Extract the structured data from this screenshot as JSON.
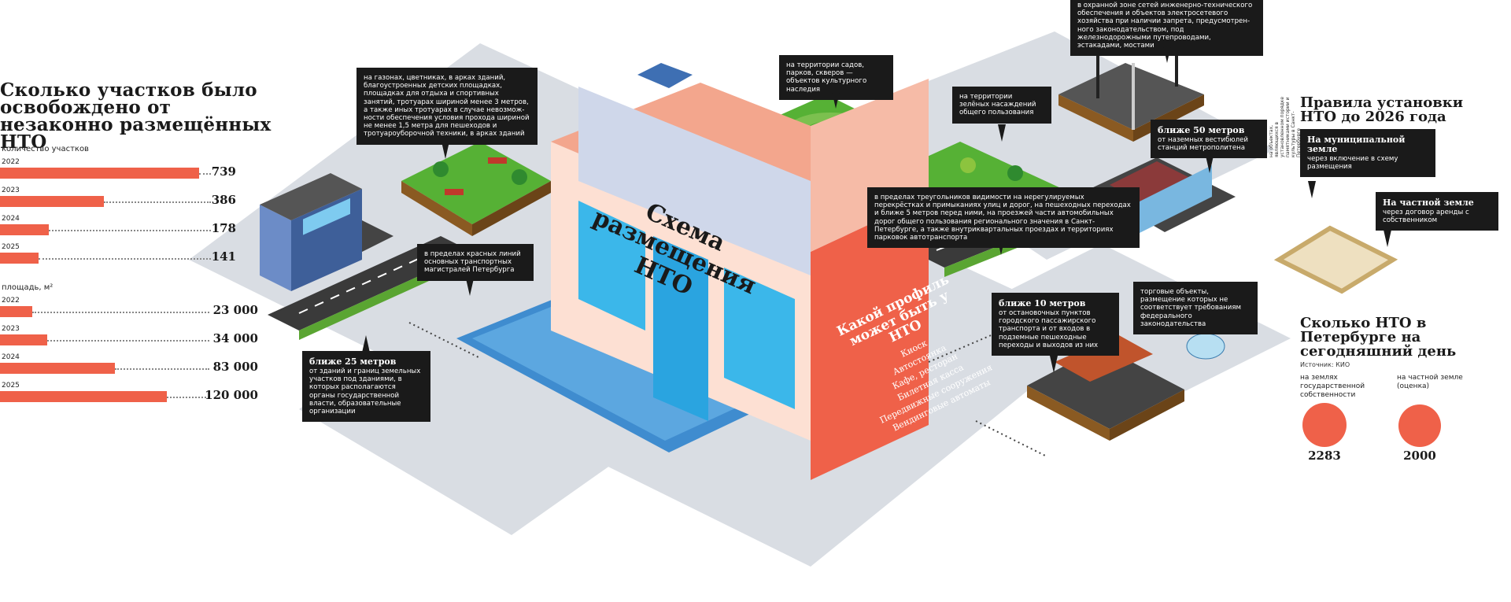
{
  "left": {
    "title": "Сколько участков было освобождено от незаконно размещённых НТО",
    "count_label": "количество участков",
    "area_label": "площадь, м²",
    "count_rows": [
      {
        "year": "2022",
        "value": "739",
        "n": 739
      },
      {
        "year": "2023",
        "value": "386",
        "n": 386
      },
      {
        "year": "2024",
        "value": "178",
        "n": 178
      },
      {
        "year": "2025",
        "value": "141",
        "n": 141
      }
    ],
    "area_rows": [
      {
        "year": "2022",
        "value": "23 000",
        "n": 23000
      },
      {
        "year": "2023",
        "value": "34 000",
        "n": 34000
      },
      {
        "year": "2024",
        "value": "83 000",
        "n": 83000
      },
      {
        "year": "2025",
        "value": "120 000",
        "n": 120000
      }
    ]
  },
  "center": {
    "sign": "Схема размещения НТО",
    "profile_title": "Какой профиль может быть у НТО",
    "profiles": [
      "Киоск",
      "Автостоянка",
      "Кафе, ресторан",
      "Билетная касса",
      "Передвижные сооружения",
      "Вендинговые автоматы"
    ]
  },
  "notes": {
    "lawns": "на газонах, цветниках, в арках зданий, благоустроенных детских площадках, площадках для отдыха и спортивных занятий, тротуарах шириной менее 3 метров, а также иных тротуарах в случае невозмож-ности обеспечения условия прохода шириной не менее 1,5 метра для пешеходов и тротуароуборочной техники, в арках зданий",
    "gardens": "на территории садов, парков, скверов — объектов культурного наследия",
    "green": "на территории зелёных насаждений общего пользования",
    "security": "в охранной зоне сетей инженерно-технического обеспечения и объектов электросетевого хозяйства при наличии запрета, предусмотрен-ного законодательством, под железнодорожными путепроводами, эстакадами, мостами",
    "metro_title": "ближе 50 метров",
    "metro_text": "от наземных вестибюлей станций метрополитена",
    "triangles": "в пределах треугольников видимости на нерегулируемых перекрёстках и примыканиях улиц и дорог, на пешеходных переходах и ближе 5 метров перед ними, на проезжей части автомобильных дорог общего пользования регионального значения в Санкт-Петербурге, а также внутриквартальных проездах и территориях парковок автотранспорта",
    "red_lines": "в пределах красных линий основных транспортных магистралей Петербурга",
    "m25_title": "ближе 25 метров",
    "m25_text": "от зданий и границ земельных участков под зданиями, в которых располагаются органы государственной власти, образовательные организации",
    "m10_title": "ближе 10 метров",
    "m10_text": "от остановочных пунктов городского пассажирского транспорта и от входов в подземные пешеходные переходы и выходов из них",
    "trade": "торговые объекты, размещение которых не соответствует требованиям федерального законодательства",
    "vertical": "на объектах, являющихся в установленном порядке памятниками истории и культуры в Санкт-Петербурге"
  },
  "right": {
    "rules_title": "Правила установки НТО до 2026 года",
    "municipal_title": "На муниципальной земле",
    "municipal_text": "через включение в схему размещения",
    "private_title": "На частной земле",
    "private_text": "через договор аренды с собственником",
    "count_title": "Сколько НТО в Петербурге на сегодняшний день",
    "source": "Источник: КИО",
    "state_label": "на землях государственной собственности",
    "private_label": "на частной земле (оценка)",
    "state_value": "2283",
    "private_value": "2000"
  },
  "colors": {
    "accent": "#ef6149",
    "dark": "#1a1a1a",
    "grass": "#56b135",
    "kiosk": "#f5b49c",
    "glass": "#35aee6",
    "sign": "#cfd7ea",
    "ground": "#d9dde3"
  }
}
